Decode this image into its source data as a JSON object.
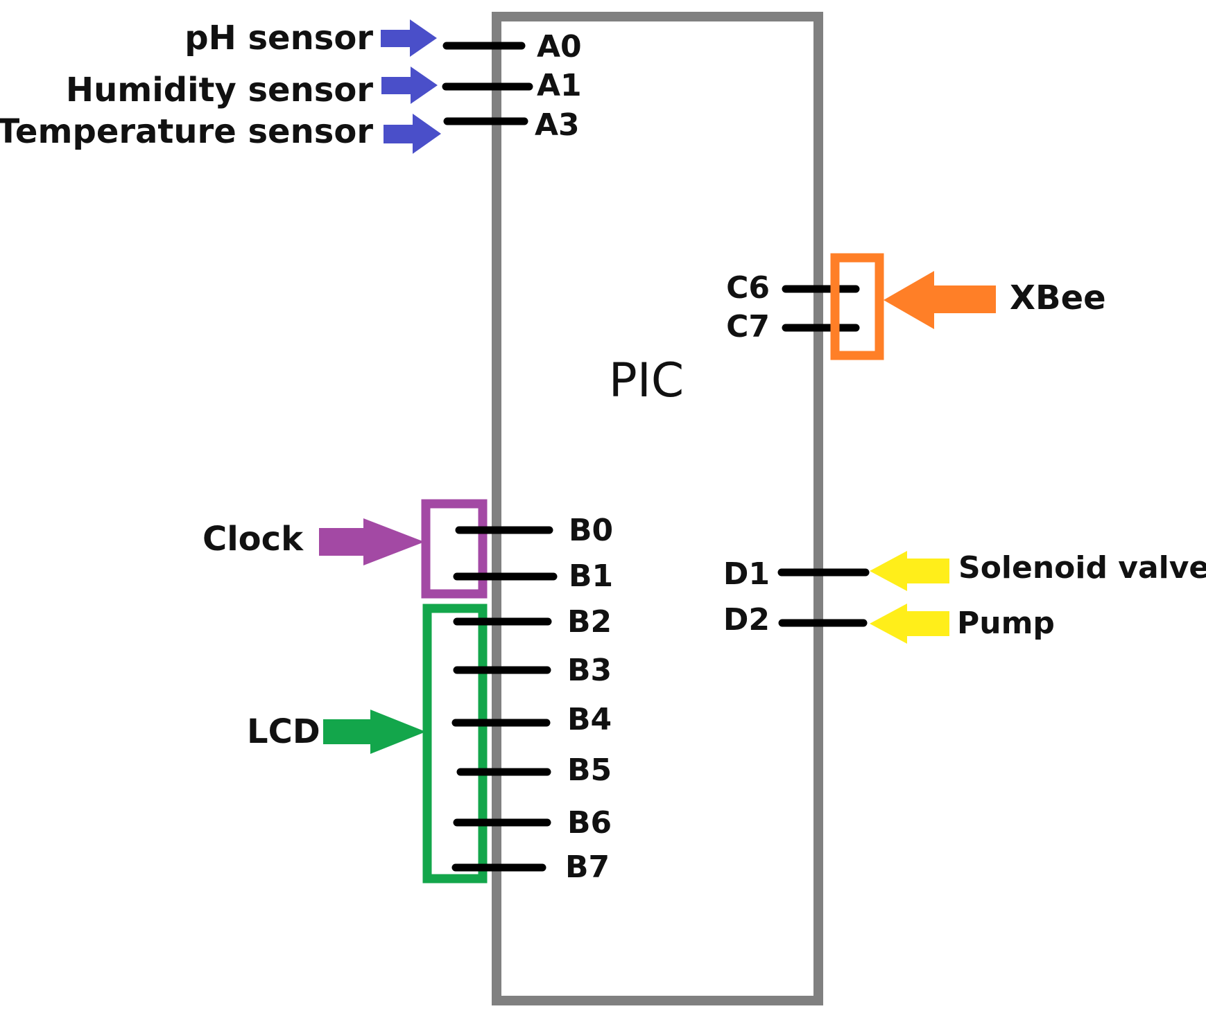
{
  "chip": {
    "label": "PIC",
    "border_color": "#808080"
  },
  "pins": {
    "A0": "A0",
    "A1": "A1",
    "A3": "A3",
    "B0": "B0",
    "B1": "B1",
    "B2": "B2",
    "B3": "B3",
    "B4": "B4",
    "B5": "B5",
    "B6": "B6",
    "B7": "B7",
    "C6": "C6",
    "C7": "C7",
    "D1": "D1",
    "D2": "D2"
  },
  "devices": {
    "ph_sensor": "pH sensor",
    "humidity_sensor": "Humidity sensor",
    "temperature_sensor": "Temperature sensor",
    "xbee": "XBee",
    "clock": "Clock",
    "lcd": "LCD",
    "solenoid_valve": "Solenoid valve",
    "pump": "Pump"
  },
  "colors": {
    "sensor_arrow": "#4a4fc9",
    "xbee": "#ff7f27",
    "clock": "#a349a4",
    "lcd": "#13a64b",
    "actuator_arrow": "#ffee1a",
    "pin_line": "#000000"
  }
}
